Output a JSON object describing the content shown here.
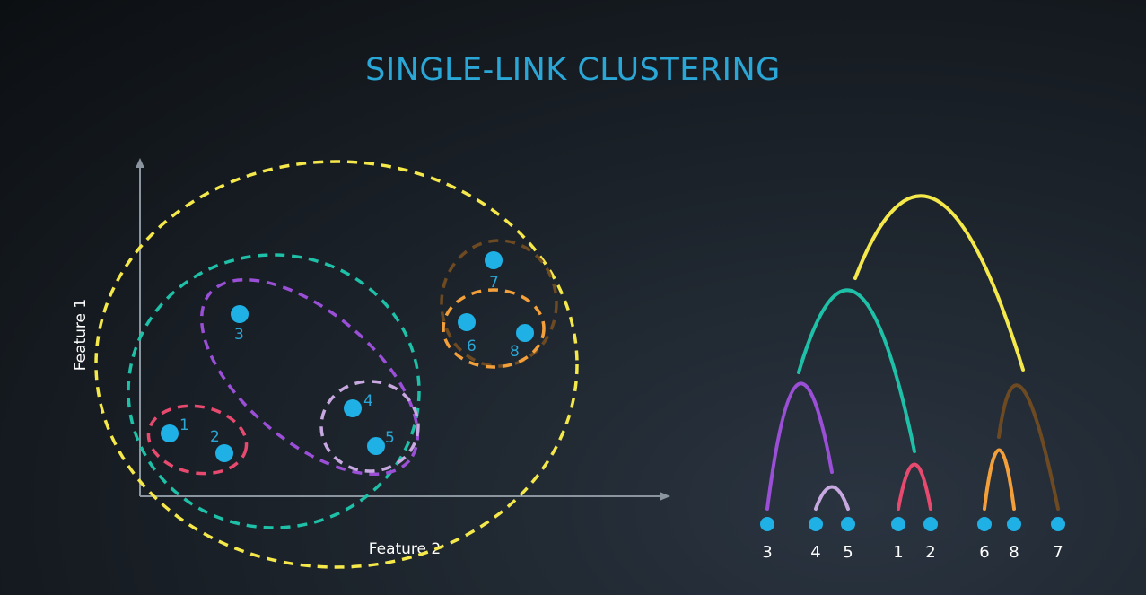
{
  "title": "SINGLE-LINK CLUSTERING",
  "scatter": {
    "y_axis_label": "Feature 1",
    "x_axis_label": "Feature 2",
    "points": [
      {
        "label": "1"
      },
      {
        "label": "2"
      },
      {
        "label": "3"
      },
      {
        "label": "4"
      },
      {
        "label": "5"
      },
      {
        "label": "6"
      },
      {
        "label": "7"
      },
      {
        "label": "8"
      }
    ]
  },
  "dendrogram": {
    "leaves": [
      "3",
      "4",
      "5",
      "1",
      "2",
      "6",
      "8",
      "7"
    ]
  },
  "colors": {
    "title": "#2aa7d6",
    "points": "#1fb0e6",
    "axes": "#8a95a0",
    "cluster_12": "#e84a6f",
    "cluster_45": "#c8a8e0",
    "cluster_345": "#9a4fd6",
    "cluster_12345": "#1ec0a8",
    "cluster_68": "#f3a03a",
    "cluster_678": "#6e4a22",
    "cluster_all": "#f5e84a"
  }
}
